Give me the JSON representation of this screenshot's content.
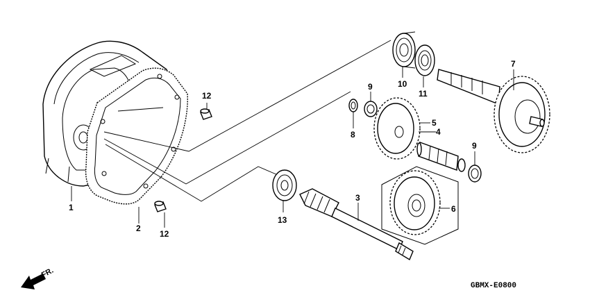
{
  "diagram": {
    "code": "GBMX-E0800",
    "direction_label": "FR.",
    "callouts": [
      "1",
      "2",
      "3",
      "4",
      "5",
      "6",
      "7",
      "8",
      "9",
      "9",
      "10",
      "11",
      "12",
      "12",
      "13"
    ]
  }
}
